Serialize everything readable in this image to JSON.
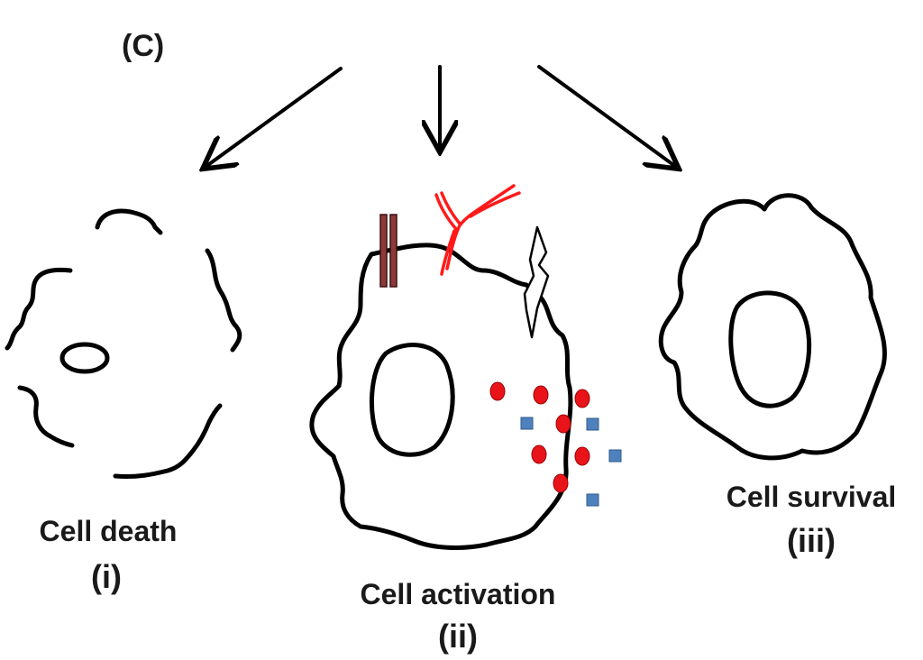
{
  "panel_label": "(C)",
  "outcomes": [
    {
      "title": "Cell death",
      "numeral": "(i)"
    },
    {
      "title": "Cell activation",
      "numeral": "(ii)"
    },
    {
      "title": "Cell survival",
      "numeral": "(iii)"
    }
  ],
  "colors": {
    "outline": "#000000",
    "receptor_red": "#ff1a1a",
    "granule_red": "#e8141a",
    "granule_blue": "#4f81bd",
    "channel_brown": "#8b3a3a"
  }
}
